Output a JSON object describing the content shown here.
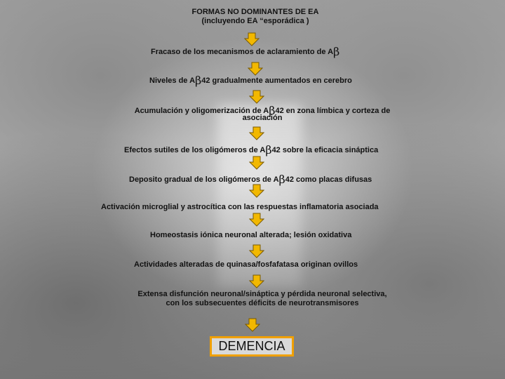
{
  "title": {
    "line1": "FORMAS NO DOMINANTES DE EA",
    "line2": "(incluyendo EA “esporádica )"
  },
  "steps": [
    {
      "pre": "Fracaso de los mecanismos de aclaramiento de A",
      "beta": "β",
      "post": ""
    },
    {
      "pre": "Niveles de A",
      "beta": "β",
      "post": "42 gradualmente aumentados en cerebro"
    },
    {
      "pre": "Acumulación y oligomerización de A",
      "beta": "β",
      "post": "42 en zona límbica y corteza de",
      "line2": "asociación"
    },
    {
      "pre": "Efectos sutiles de los oligómeros de A",
      "beta": "β",
      "post": "42 sobre la eficacia sináptica"
    },
    {
      "pre": "Deposito gradual de los oligómeros de A",
      "beta": "β",
      "post": "42 como placas difusas"
    },
    {
      "pre": "Activación microglial y astrocítica con las respuestas inflamatoria asociada"
    },
    {
      "pre": "Homeostasis iónica neuronal alterada; lesión oxidativa"
    },
    {
      "pre": "Actividades alteradas de quinasa/fosfafatasa originan ovillos"
    },
    {
      "pre": "Extensa disfunción neuronal/sináptica y pérdida neuronal selectiva,",
      "line2": "con los subsecuentes déficits de neurotransmisores"
    }
  ],
  "final": "DEMENCIA",
  "colors": {
    "arrow_fill": "#f2b800",
    "arrow_stroke": "#7a5a00",
    "final_border": "#f0a000"
  }
}
